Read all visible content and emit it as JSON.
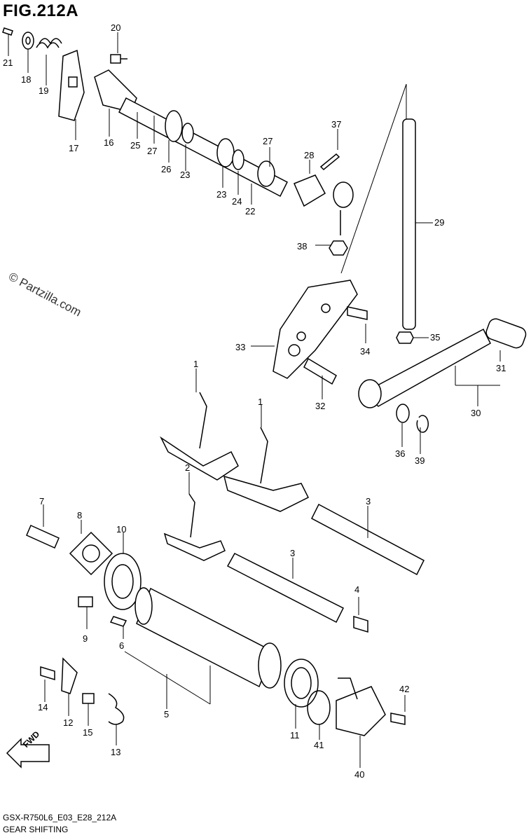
{
  "figure": {
    "title": "FIG.212A",
    "model_code": "GSX-R750L6_E03_E28_212A",
    "caption": "GEAR SHIFTING",
    "watermark": "© Partzilla.com",
    "fwd_label": "FWD"
  },
  "callouts": [
    "21",
    "18",
    "19",
    "20",
    "17",
    "16",
    "25",
    "27",
    "26",
    "23",
    "23",
    "24",
    "22",
    "27",
    "28",
    "37",
    "29",
    "38",
    "33",
    "34",
    "35",
    "31",
    "30",
    "32",
    "36",
    "39",
    "1",
    "1",
    "2",
    "3",
    "3",
    "7",
    "8",
    "10",
    "9",
    "6",
    "4",
    "5",
    "14",
    "12",
    "15",
    "13",
    "11",
    "41",
    "40",
    "42"
  ]
}
